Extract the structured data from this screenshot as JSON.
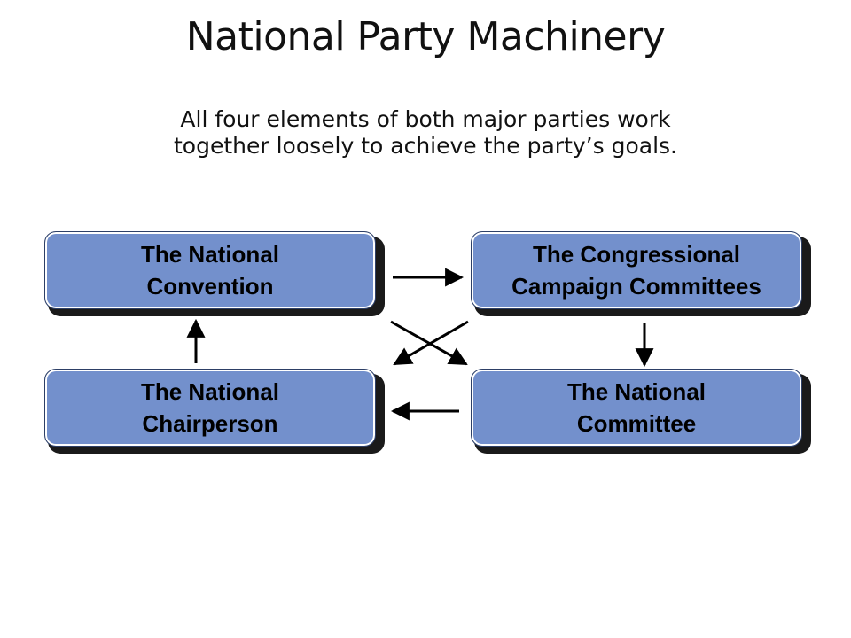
{
  "slide": {
    "title": "National Party Machinery",
    "subtitle": {
      "line1": "All four elements of both major parties work",
      "line2": "together loosely to achieve the party’s goals."
    }
  },
  "diagram": {
    "nodes": {
      "convention": {
        "line1": "The National",
        "line2": "Convention"
      },
      "congressional": {
        "line1": "The Congressional",
        "line2": "Campaign Committees"
      },
      "chairperson": {
        "line1": "The National",
        "line2": "Chairperson"
      },
      "committee": {
        "line1": "The National",
        "line2": "Committee"
      }
    },
    "edges": [
      {
        "from": "convention",
        "to": "congressional"
      },
      {
        "from": "congressional",
        "to": "committee"
      },
      {
        "from": "committee",
        "to": "chairperson"
      },
      {
        "from": "chairperson",
        "to": "convention"
      },
      {
        "from": "congressional",
        "to": "chairperson"
      },
      {
        "from": "convention",
        "to": "committee"
      }
    ],
    "colors": {
      "box_fill": "#7390cc",
      "box_border": "#2d3f66",
      "arrow": "#000000"
    }
  }
}
